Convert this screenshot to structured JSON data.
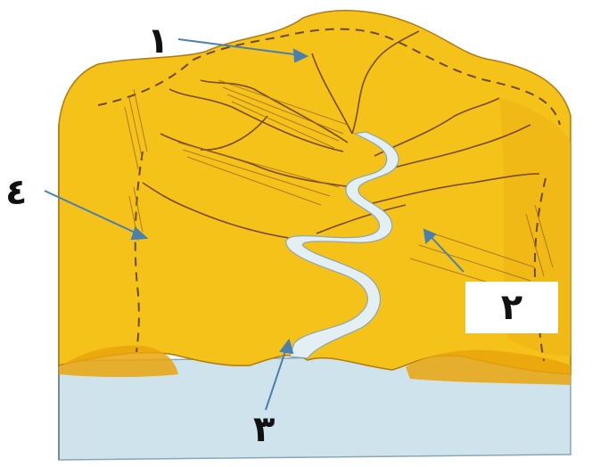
{
  "labels": {
    "one": "١",
    "two": "٢",
    "three": "٣",
    "four": "٤"
  },
  "colors": {
    "land": "#f5c21a",
    "land_shadow": "#e9a40c",
    "water": "#cfe3ec",
    "river": "#e4eff4",
    "lines": "#7a4a12",
    "arrow": "#4b7fb0"
  }
}
